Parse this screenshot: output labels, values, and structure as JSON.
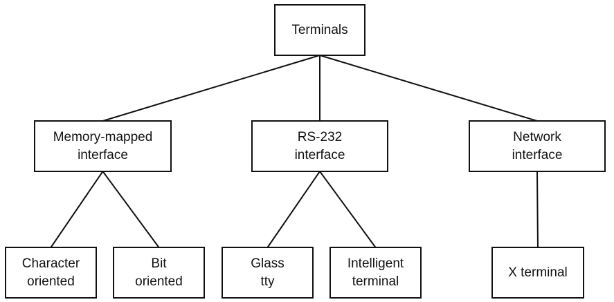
{
  "diagram": {
    "type": "tree",
    "nodes": [
      {
        "id": "terminals",
        "lines": [
          "Terminals"
        ]
      },
      {
        "id": "memory-mapped",
        "lines": [
          "Memory-mapped",
          "interface"
        ]
      },
      {
        "id": "rs232",
        "lines": [
          "RS-232",
          "interface"
        ]
      },
      {
        "id": "network",
        "lines": [
          "Network",
          "interface"
        ]
      },
      {
        "id": "character",
        "lines": [
          "Character",
          "oriented"
        ]
      },
      {
        "id": "bit",
        "lines": [
          "Bit",
          "oriented"
        ]
      },
      {
        "id": "glass",
        "lines": [
          "Glass",
          "tty"
        ]
      },
      {
        "id": "intelligent",
        "lines": [
          "Intelligent",
          "terminal"
        ]
      },
      {
        "id": "xterminal",
        "lines": [
          "X terminal"
        ]
      }
    ],
    "edges": [
      [
        "terminals",
        "memory-mapped"
      ],
      [
        "terminals",
        "rs232"
      ],
      [
        "terminals",
        "network"
      ],
      [
        "memory-mapped",
        "character"
      ],
      [
        "memory-mapped",
        "bit"
      ],
      [
        "rs232",
        "glass"
      ],
      [
        "rs232",
        "intelligent"
      ],
      [
        "network",
        "xterminal"
      ]
    ]
  }
}
